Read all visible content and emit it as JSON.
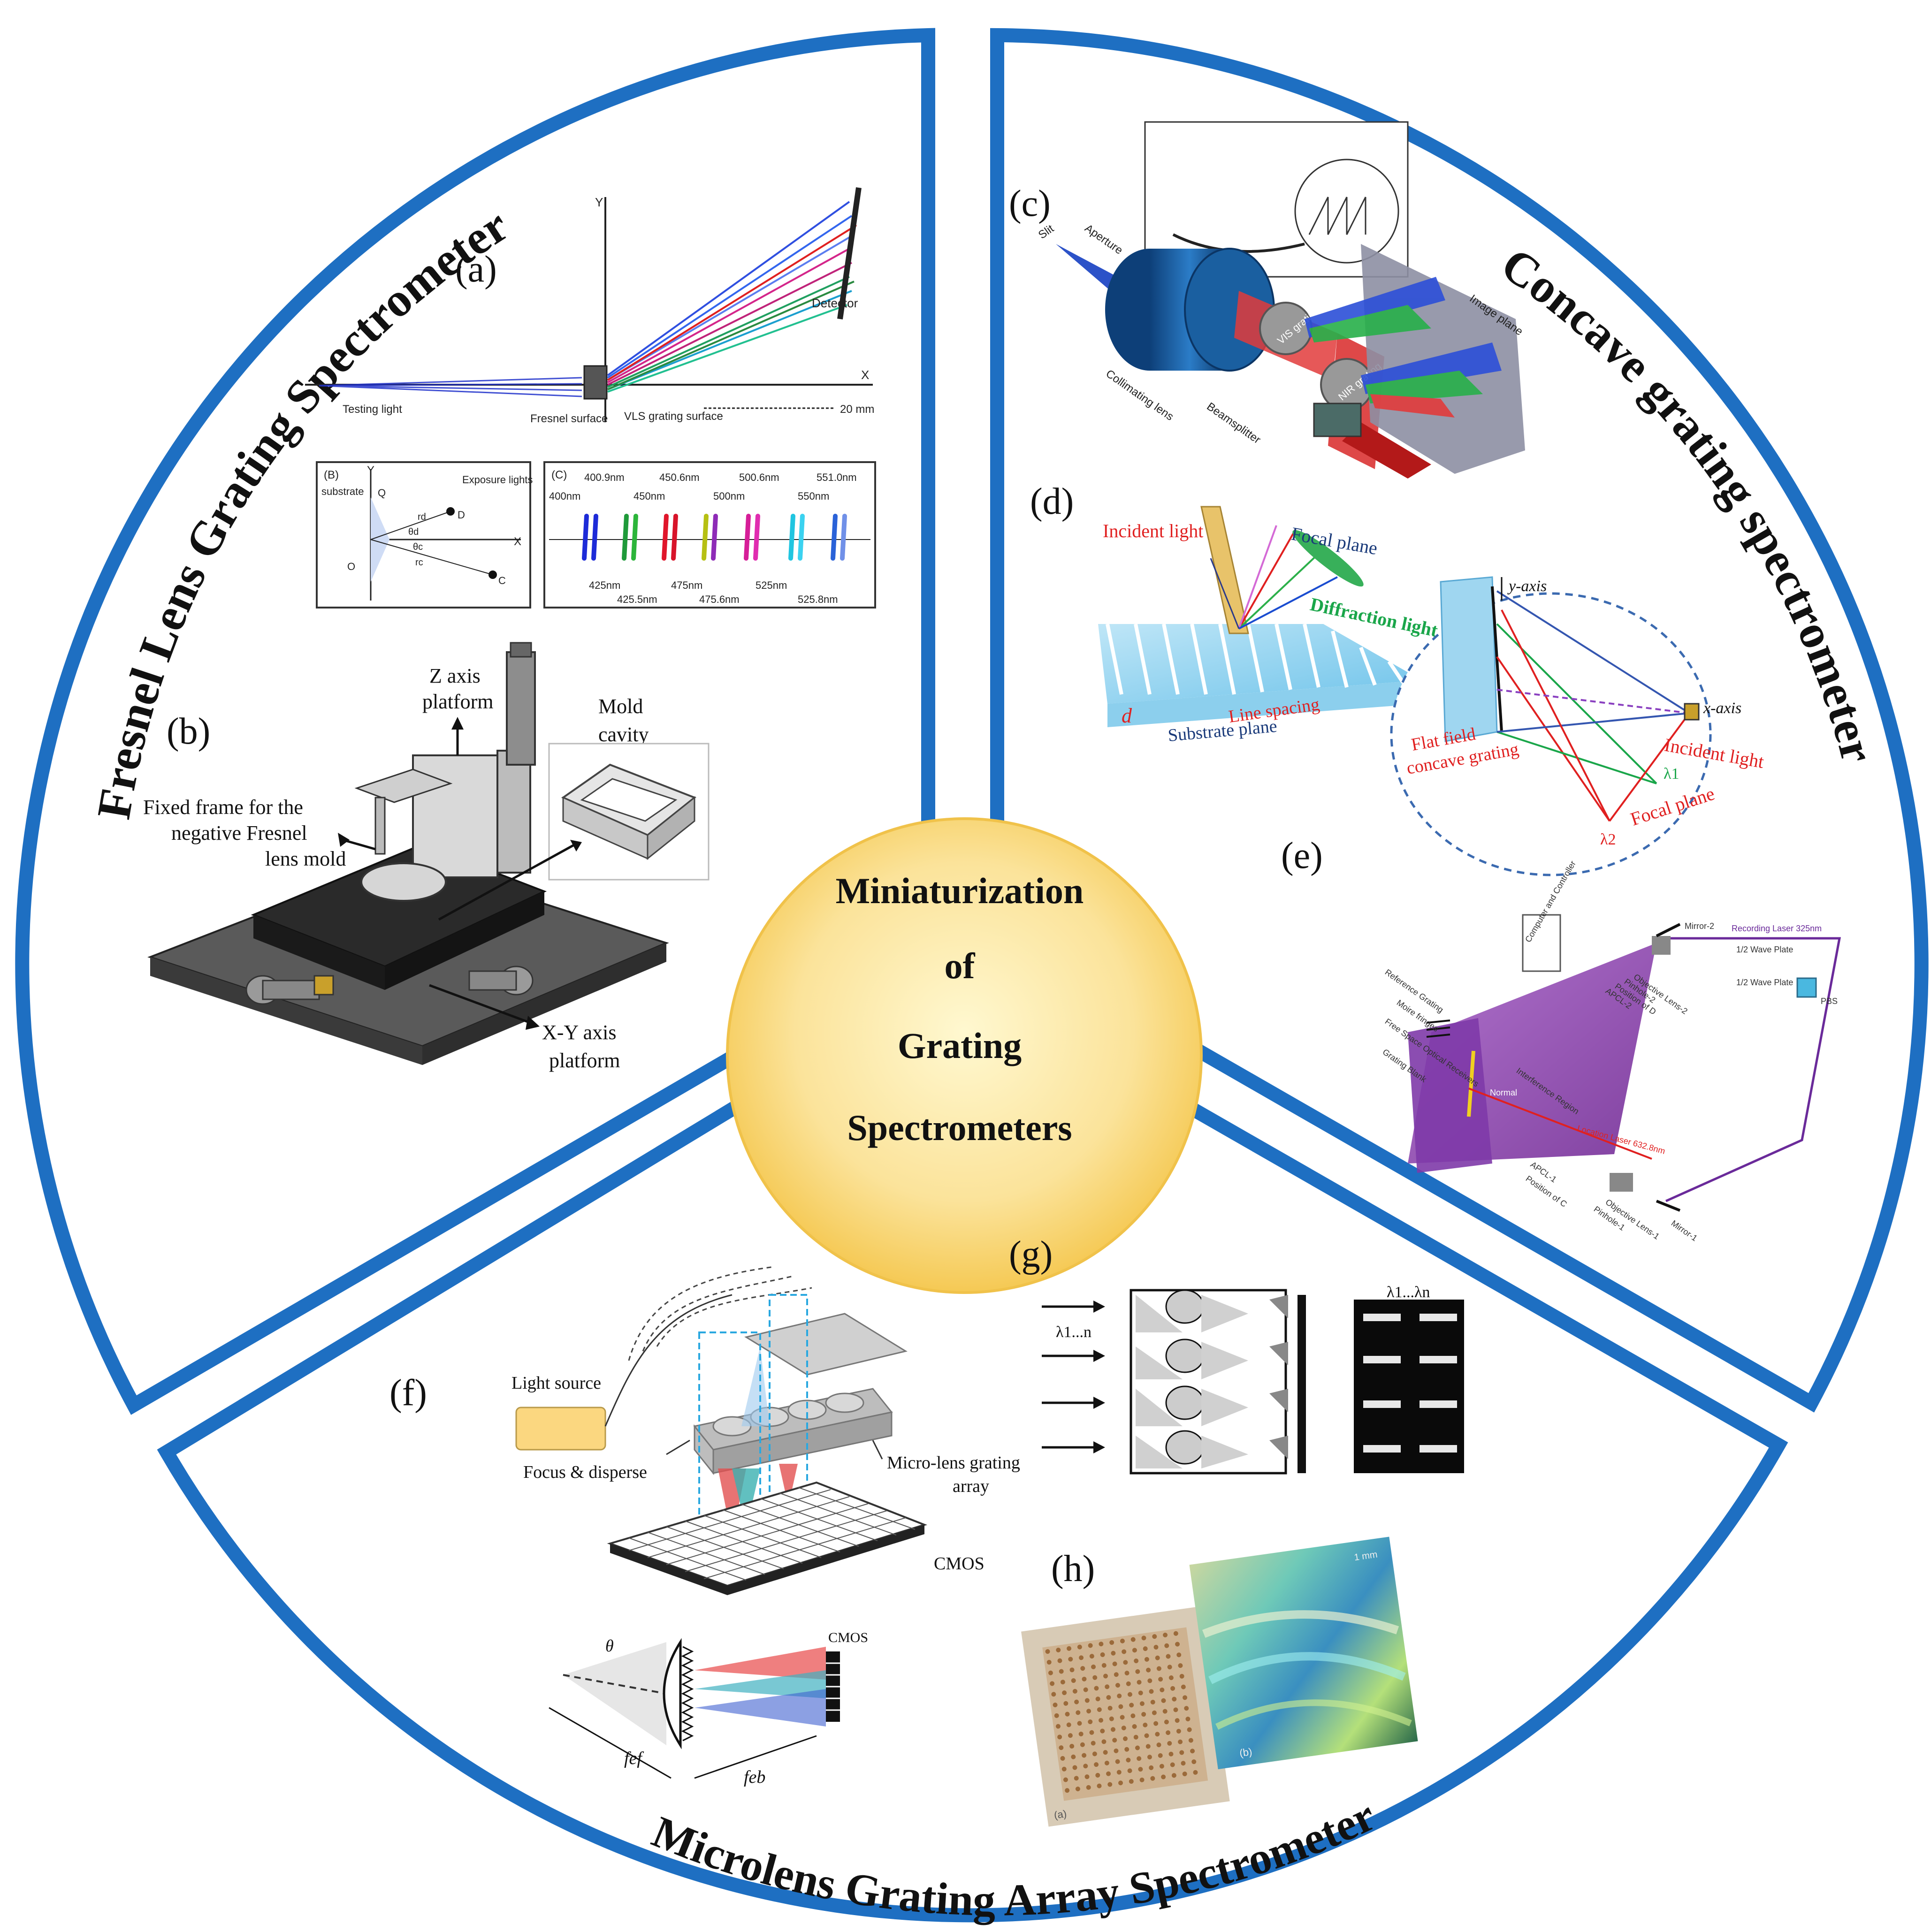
{
  "center": {
    "lines": [
      "Miniaturization",
      "of",
      "Grating",
      "Spectrometers"
    ]
  },
  "sections": {
    "fresnel": {
      "title": "Fresnel Lens Grating Spectrometer"
    },
    "concave": {
      "title": "Concave grating spectrometer"
    },
    "microlens": {
      "title": "Microlens Grating Array Spectrometer"
    }
  },
  "panels": {
    "a": {
      "tag": "(a)",
      "labels": {
        "y": "Y",
        "x": "X",
        "detector": "Detector",
        "testing_light": "Testing light",
        "fresnel_surface": "Fresnel surface",
        "vls_surface": "VLS grating surface",
        "scale": "20 mm"
      },
      "inset_b": {
        "tag": "(B)",
        "y": "Y",
        "x": "X",
        "substrate": "substrate",
        "q": "Q",
        "exposure": "Exposure lights",
        "d": "D",
        "o": "O",
        "c": "C",
        "rd": "rd",
        "rc": "rc",
        "thd": "θd",
        "thc": "θc"
      },
      "inset_c": {
        "tag": "(C)",
        "top_labels": [
          "400.9nm",
          "450.6nm",
          "500.6nm",
          "551.0nm"
        ],
        "row2_labels": [
          "400nm",
          "450nm",
          "500nm",
          "550nm"
        ],
        "bottom_labels": [
          "425nm",
          "425.5nm",
          "475nm",
          "475.6nm",
          "525nm",
          "525.8nm"
        ]
      }
    },
    "b": {
      "tag": "(b)",
      "z_axis": [
        "Z axis",
        "platform"
      ],
      "mold": [
        "Mold",
        "cavity"
      ],
      "fixed_frame": [
        "Fixed frame for the",
        "negative Fresnel",
        "lens mold"
      ],
      "xy_axis": [
        "X-Y axis",
        "platform"
      ]
    },
    "c": {
      "tag": "(c)",
      "labels": {
        "slit": "Slit",
        "aperture": "Aperture",
        "collimating": "Collimating lens",
        "beamsplitter": "Beamsplitter",
        "vis": "VIS grating",
        "nir": "NIR grating",
        "image_plane": "Image plane"
      }
    },
    "d": {
      "tag": "(d)",
      "labels": {
        "incident": "Incident light",
        "focal": "Focal plane",
        "diffraction": "Diffraction light",
        "line_spacing": "Line spacing",
        "substrate": "Substrate plane",
        "d": "d"
      }
    },
    "e_ellipse": {
      "labels": {
        "yaxis": "y-axis",
        "xaxis": "x-axis",
        "incident": "Incident light",
        "flat_field": "Flat field",
        "concave": "concave grating",
        "focal": "Focal plane",
        "l1": "λ1",
        "l2": "λ2"
      }
    },
    "e": {
      "tag": "(e)",
      "labels": {
        "computer": "Computer and Controller",
        "mirror2": "Mirror-2",
        "laser": "Recording Laser 325nm",
        "wave1": "1/2 Wave Plate",
        "wave2": "1/2 Wave Plate",
        "pbs": "PBS",
        "obj2": "Objective Lens-2",
        "pinhole2": "Pinhole-2",
        "posd": "Position of D",
        "apcl2": "APCL-2",
        "ref": "Reference Grating",
        "moire": "Moire fringes",
        "fso": "Free Space Optical Receivers",
        "blank": "Grating Blank",
        "interf": "Interference Region",
        "normal": "Normal",
        "loc": "Location Laser 632.8nm",
        "apcl1": "APCL-1",
        "posc": "Position of C",
        "obj1": "Objective Lens-1",
        "pinhole1": "Pinhole-1",
        "mirror1": "Mirror-1"
      }
    },
    "f": {
      "tag": "(f)",
      "labels": {
        "light": "Light source",
        "focus": "Focus & disperse",
        "array": [
          "Micro-lens grating",
          "array"
        ],
        "cmos": "CMOS",
        "cmos2": "CMOS",
        "theta": "θ",
        "fef": "fef",
        "feb": "feb"
      }
    },
    "g": {
      "tag": "(g)",
      "labels": {
        "lambda_in": "λ1...n",
        "lambda_out": "λ1...λn"
      }
    },
    "h": {
      "tag": "(h)",
      "labels": {
        "sub1": "(a)",
        "sub2": "(b)",
        "scale": "1 mm"
      }
    }
  },
  "colors": {
    "ring": "#1e6fc2",
    "circle_inner": "#fff6c6",
    "circle_outer": "#f7cf5e",
    "purple": "#8e44ad",
    "red": "#e8202a",
    "green": "#1aa64a",
    "blue": "#1f4fd6"
  }
}
